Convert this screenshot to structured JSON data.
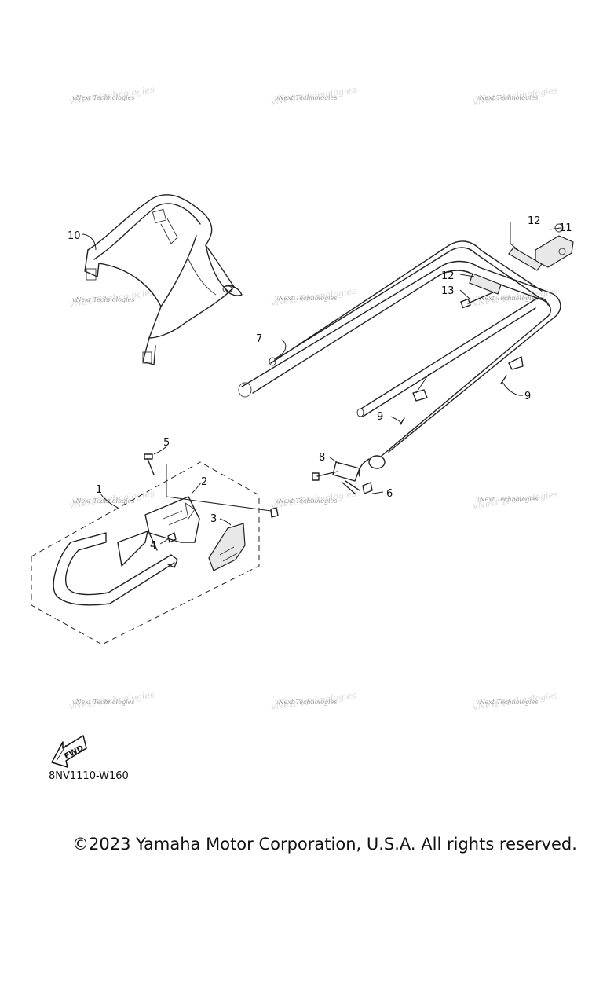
{
  "watermark": "vNext Technologies",
  "callouts": {
    "c1": "1",
    "c2": "2",
    "c3": "3",
    "c4": "4",
    "c5": "5",
    "c6": "6",
    "c7": "7",
    "c8": "8",
    "c9a": "9",
    "c9b": "9",
    "c10": "10",
    "c11": "11",
    "c12a": "12",
    "c12b": "12",
    "c13": "13"
  },
  "fwd_label": "FWD",
  "diagram_code": "8NV1110-W160",
  "copyright": "©2023 Yamaha Motor Corporation, U.S.A. All rights reserved.",
  "colors": {
    "line": "#222222",
    "background": "#ffffff",
    "watermark": "#9a9a9a"
  },
  "icons": {
    "fwd": "fwd-arrow-icon"
  }
}
